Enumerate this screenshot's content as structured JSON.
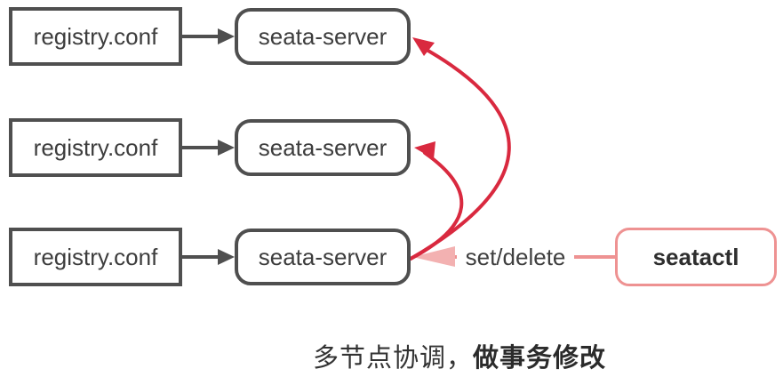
{
  "diagram": {
    "rows": [
      {
        "registry_label": "registry.conf",
        "server_label": "seata-server"
      },
      {
        "registry_label": "registry.conf",
        "server_label": "seata-server"
      },
      {
        "registry_label": "registry.conf",
        "server_label": "seata-server"
      }
    ],
    "controller": {
      "label": "seatactl"
    },
    "edge_label": "set/delete",
    "caption": {
      "regular": "多节点协调，",
      "bold": "做事务修改"
    },
    "colors": {
      "border": "#4f4f4f",
      "text": "#3d3d3d",
      "red": "#d9293f",
      "pink": "#ee9292",
      "pink-light": "#f3b1b1"
    }
  }
}
